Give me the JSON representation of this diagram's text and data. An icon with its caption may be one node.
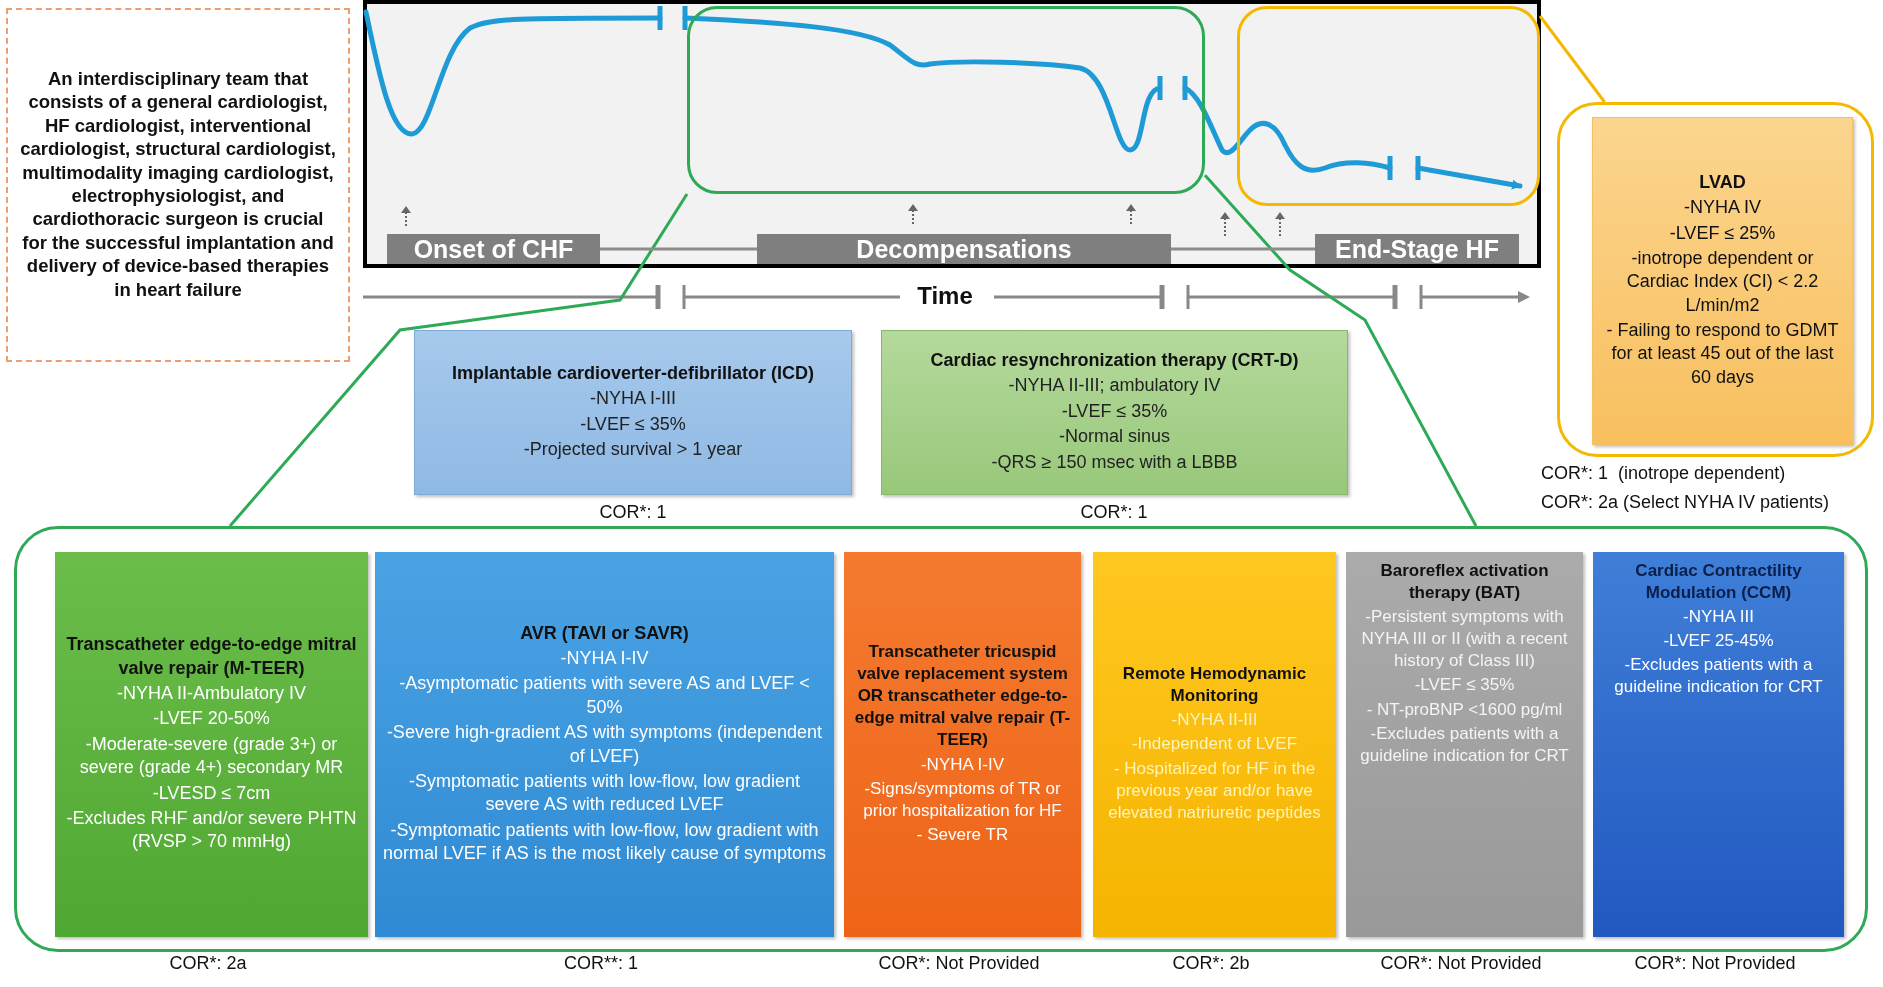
{
  "diagram": {
    "nodes": [
      {
        "text": [
          "An interdisciplinary team that consists of a general cardiologist, HF cardiologist, interventional cardiologist, structural cardiologist, multimodality imaging cardiologist, electrophysiologist, and cardiothoracic surgeon is crucial for the successful implantation and delivery of device-based therapies in heart failure"
        ]
      },
      {
        "text": [],
        "shape": "box"
      },
      {
        "text": [],
        "shape": "box"
      },
      {
        "text": [
          "Onset of CHF"
        ]
      },
      {
        "text": [
          "Decompensations"
        ]
      },
      {
        "text": [
          "End-Stage HF"
        ]
      },
      {
        "text": [
          "Implantable cardioverter-defibrillator (ICD)",
          "-NYHA I-III",
          "-LVEF ≤ 35%",
          "-Projected survival > 1 year"
        ],
        "beside": [
          "COR*: 1"
        ]
      },
      {
        "text": [
          "Cardiac resynchronization therapy (CRT-D)",
          "-NYHA II-III; ambulatory IV",
          "-LVEF ≤ 35%",
          "-Normal sinus",
          "-QRS ≥ 150 msec with a LBBB"
        ],
        "beside": [
          "COR*: 1"
        ]
      },
      {
        "text": [],
        "shape": "box",
        "beside": [
          "COR*: 1  (inotrope dependent)",
          "COR*: 2a (Select NYHA IV patients)"
        ]
      },
      {
        "text": [
          "LVAD",
          "-NYHA IV",
          "-LVEF ≤ 25%",
          "-inotrope dependent or Cardiac Index (CI) < 2.2 L/min/m2",
          "- Failing to respond to GDMT for at least 45 out of the last 60 days"
        ],
        "in": 8
      },
      {
        "text": [],
        "shape": "box"
      },
      {
        "text": [
          "Transcatheter edge-to-edge mitral valve repair (M-TEER)",
          "-NYHA II-Ambulatory IV",
          "-LVEF 20-50%",
          "-Moderate-severe (grade 3+) or severe (grade 4+) secondary MR",
          "-LVESD ≤ 7cm",
          "-Excludes RHF and/or severe PHTN (RVSP > 70 mmHg)"
        ],
        "in": 10,
        "beside": [
          "COR*: 2a"
        ]
      },
      {
        "text": [
          "AVR (TAVI or SAVR)",
          "-NYHA I-IV",
          "-Asymptomatic patients with severe AS and LVEF < 50%",
          "-Severe high-gradient AS with symptoms (independent of LVEF)",
          "-Symptomatic patients with low-flow, low gradient severe AS with reduced LVEF",
          "-Symptomatic patients with low-flow, low gradient with normal LVEF if AS is the most likely cause of symptoms"
        ],
        "in": 10,
        "beside": [
          "COR**: 1"
        ]
      },
      {
        "text": [
          "Transcatheter tricuspid valve replacement system OR transcatheter edge-to-edge mitral valve repair (T-TEER)",
          "-NYHA I-IV",
          "-Signs/symptoms of TR or prior hospitalization for HF",
          "- Severe TR"
        ],
        "in": 10,
        "beside": [
          "COR*: Not Provided"
        ]
      },
      {
        "text": [
          "Remote Hemodynamic Monitoring",
          "-NYHA II-III",
          "-Independent of LVEF",
          "- Hospitalized for HF in the previous year and/or have elevated natriuretic peptides"
        ],
        "in": 10,
        "beside": [
          "COR*: 2b"
        ]
      },
      {
        "text": [
          "Baroreflex activation therapy (BAT)",
          "-Persistent symptoms with NYHA III or II (with a recent history of Class III)",
          "-LVEF ≤ 35%",
          "- NT-proBNP <1600 pg/ml",
          "-Excludes patients with a guideline indication for CRT"
        ],
        "in": 10,
        "beside": [
          "COR*: Not Provided"
        ]
      },
      {
        "text": [
          "Cardiac Contractility Modulation (CCM)",
          "-NYHA III",
          "-LVEF 25-45%",
          "-Excludes patients with a guideline indication for CRT"
        ],
        "in": 10,
        "beside": [
          "COR*: Not Provided"
        ]
      }
    ],
    "edges": [
      {
        "from": 1,
        "to": 10,
        "arrow": "none",
        "color": "#2eaa57"
      },
      {
        "from": 1,
        "to": 10,
        "arrow": "none",
        "color": "#2eaa57"
      },
      {
        "from": 2,
        "to": 8,
        "arrow": "none",
        "color": "#f5b800"
      },
      {
        "from": 3,
        "to": 4,
        "arrow": "none",
        "color": "#8c8c8c"
      },
      {
        "from": 4,
        "to": 5,
        "arrow": "none",
        "color": "#8c8c8c"
      }
    ],
    "labels": [
      "Time"
    ]
  }
}
